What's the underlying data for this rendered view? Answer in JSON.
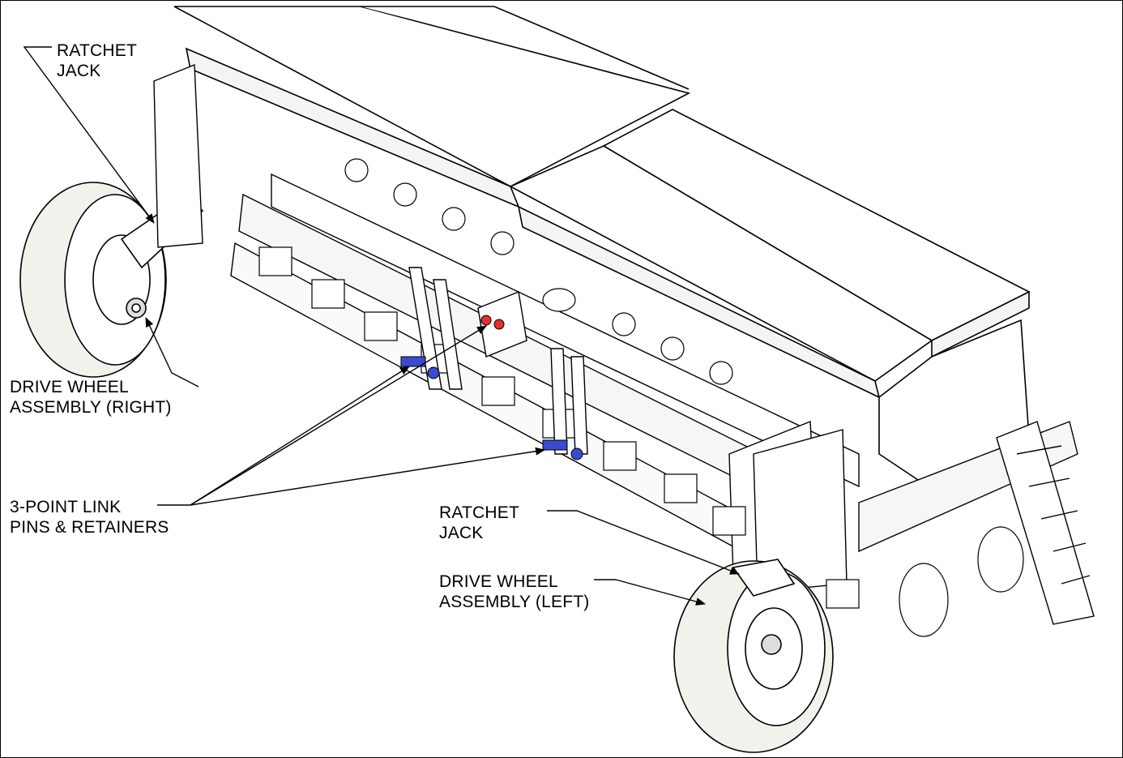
{
  "callouts": {
    "ratchet_jack_right": {
      "line1": "RATCHET",
      "line2": "JACK"
    },
    "drive_wheel_right": {
      "line1": "DRIVE WHEEL",
      "line2": "ASSEMBLY (RIGHT)"
    },
    "link_pins": {
      "line1": "3-POINT LINK",
      "line2": "PINS & RETAINERS"
    },
    "ratchet_jack_left": {
      "line1": "RATCHET",
      "line2": "JACK"
    },
    "drive_wheel_left": {
      "line1": "DRIVE WHEEL",
      "line2": "ASSEMBLY (LEFT)"
    }
  },
  "colors": {
    "line": "#000000",
    "tire": "#f2f2ec",
    "metal": "#ffffff",
    "pin_red": "#e0312f",
    "pin_blue": "#3a4bd0"
  }
}
